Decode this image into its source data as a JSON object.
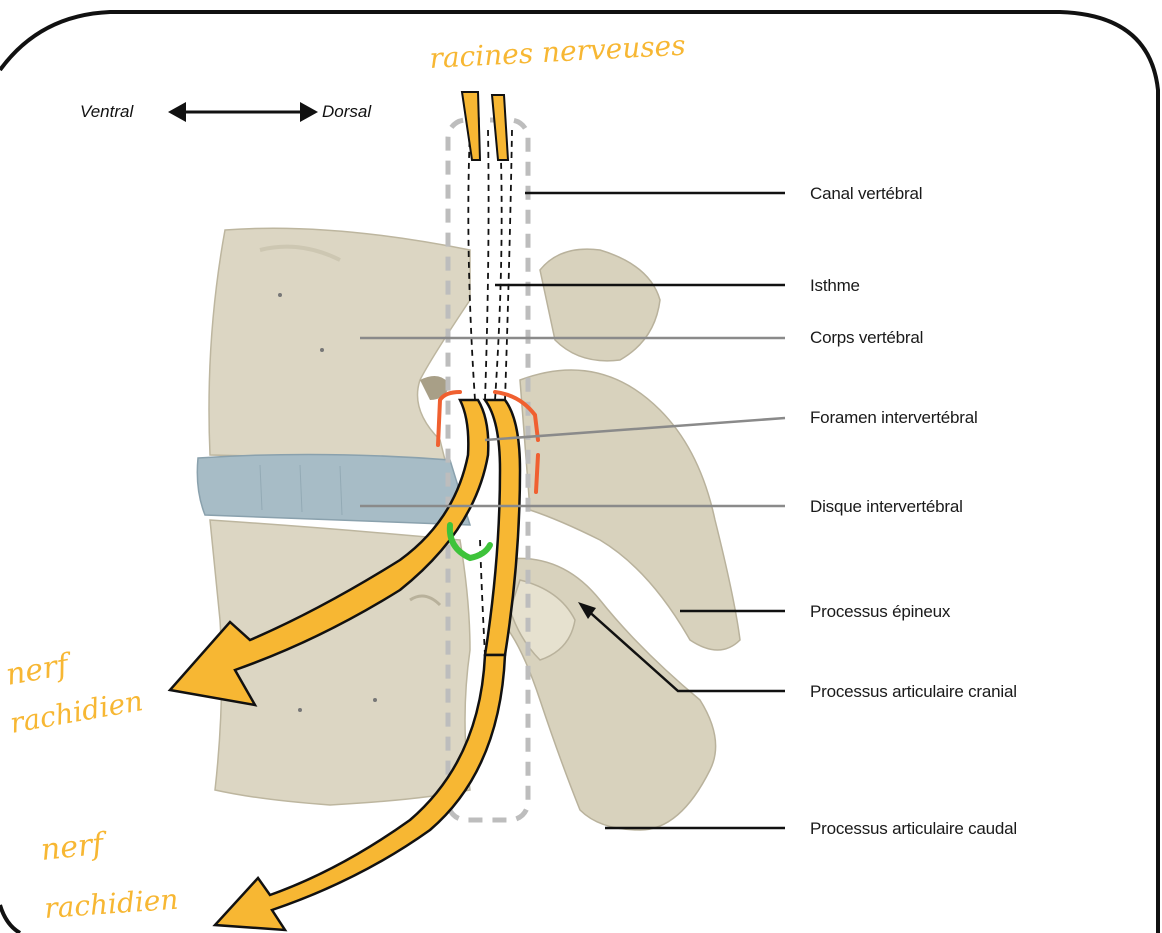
{
  "orientation": {
    "left": "Ventral",
    "right": "Dorsal"
  },
  "labels": [
    "Canal vertébral",
    "Isthme",
    "Corps vertébral",
    "Foramen intervertébral",
    "Disque intervertébral",
    "Processus épineux",
    "Processus articulaire cranial",
    "Processus articulaire caudal"
  ],
  "handwritten": {
    "top": "racines nerveuses",
    "nerve_left": "nerf rachidien",
    "nerve_bottom": "nerf rachidien"
  },
  "colors": {
    "bone": "#ddd8c6",
    "bone_shadow": "#c5bfaa",
    "disc": "#a7bcc6",
    "nerve": "#f7b733",
    "foramen_outline": "#f06030",
    "green_mark": "#3ec33a",
    "canal_outline": "#bdbdbd"
  }
}
